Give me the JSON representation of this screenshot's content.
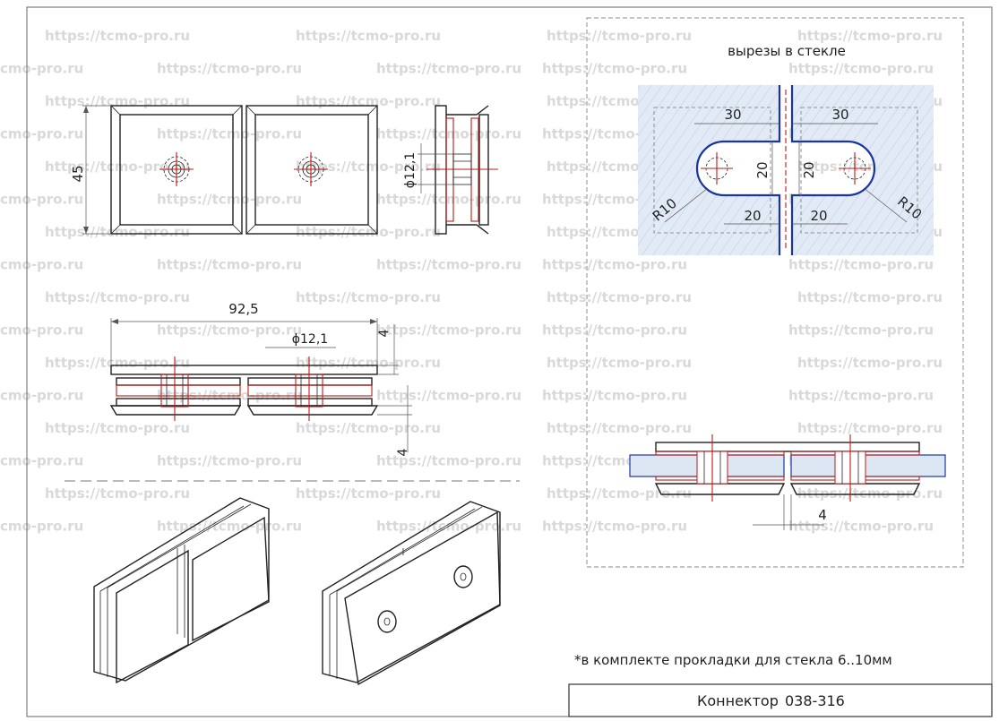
{
  "watermark": {
    "full": "https://tcmo-pro.ru",
    "partial": "cmo-pro.ru"
  },
  "panel": {
    "title": "вырезы в стекле"
  },
  "dimensions": {
    "height_left": "45",
    "overall_width": "92,5",
    "hole_diameter_side": "ϕ12,1",
    "hole_diameter_front": "ϕ12,1",
    "plate_thickness_top": "4",
    "plate_thickness_bottom": "4",
    "cut_width_left": "30",
    "cut_width_right": "30",
    "cut_height_left": "20",
    "cut_height_right": "20",
    "cut_depth_left": "20",
    "cut_depth_right": "20",
    "radius_left": "R10",
    "radius_right": "R10",
    "glass_gap": "4"
  },
  "note": "*в комплекте прокладки для стекла 6..10мм",
  "title_block": {
    "name": "Коннектор",
    "code": "038-316"
  },
  "colors": {
    "outline": "#222222",
    "hidden_red": "#b81c1c",
    "cut_blue": "#1a35a0",
    "glass": "#dde6f3",
    "watermark": "#d9d9d9"
  }
}
